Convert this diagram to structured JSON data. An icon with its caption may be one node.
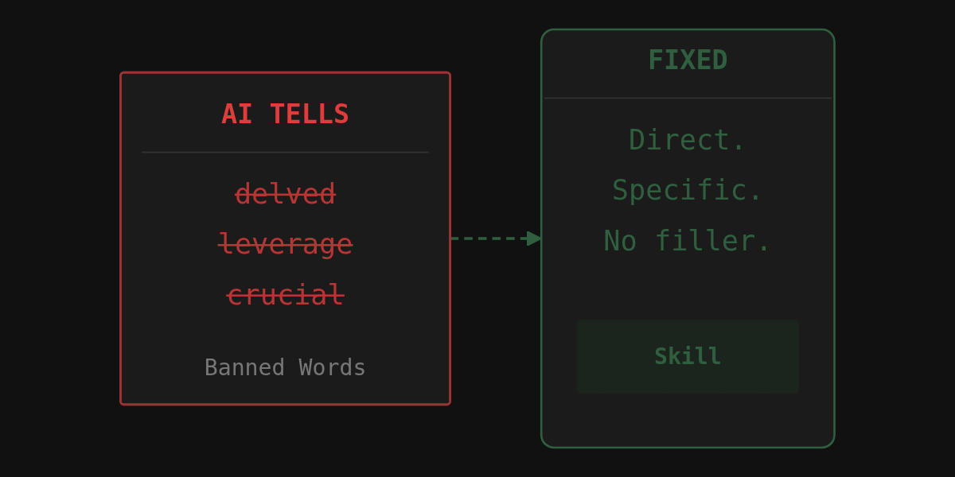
{
  "diagram": {
    "nodes": [
      {
        "text": [
          "AI TELLS",
          "delved",
          "leverage",
          "crucial",
          "Banned Words"
        ]
      },
      {
        "text": [
          "FIXED",
          "Direct.",
          "Specific.",
          "No filler."
        ]
      },
      {
        "text": [
          "Skill"
        ],
        "in": 1
      }
    ],
    "edges": [
      {
        "from": 0,
        "to": 1,
        "arrow": "to",
        "style": "dashed",
        "color": "#2f5f3f"
      }
    ]
  }
}
